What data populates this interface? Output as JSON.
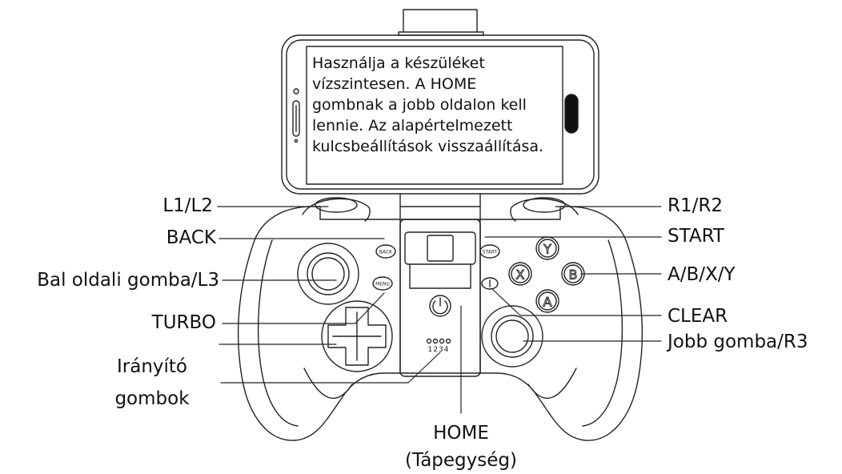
{
  "screen": {
    "instruction": "Használja a készüléket\nvízszintesen. A HOME\ngombnak a jobb oldalon kell\nlennie. Az alapértelmezett\nkulcsbeállítások visszaállítása."
  },
  "labels": {
    "l1l2": "L1/L2",
    "back": "BACK",
    "left_stick": "Bal oldali gomba/L3",
    "turbo": "TURBO",
    "dpad_line1": "Irányító",
    "dpad_line2": "gombok",
    "r1r2": "R1/R2",
    "start": "START",
    "abxy": "A/B/X/Y",
    "clear": "CLEAR",
    "right_stick": "Jobb gomba/R3",
    "home_line1": "HOME",
    "home_line2": "(Tápegység)"
  },
  "buttons": {
    "back": "BACK",
    "menu": "MENU",
    "start": "START",
    "y": "Y",
    "x": "X",
    "b": "B",
    "a": "A",
    "leds": "1234"
  }
}
